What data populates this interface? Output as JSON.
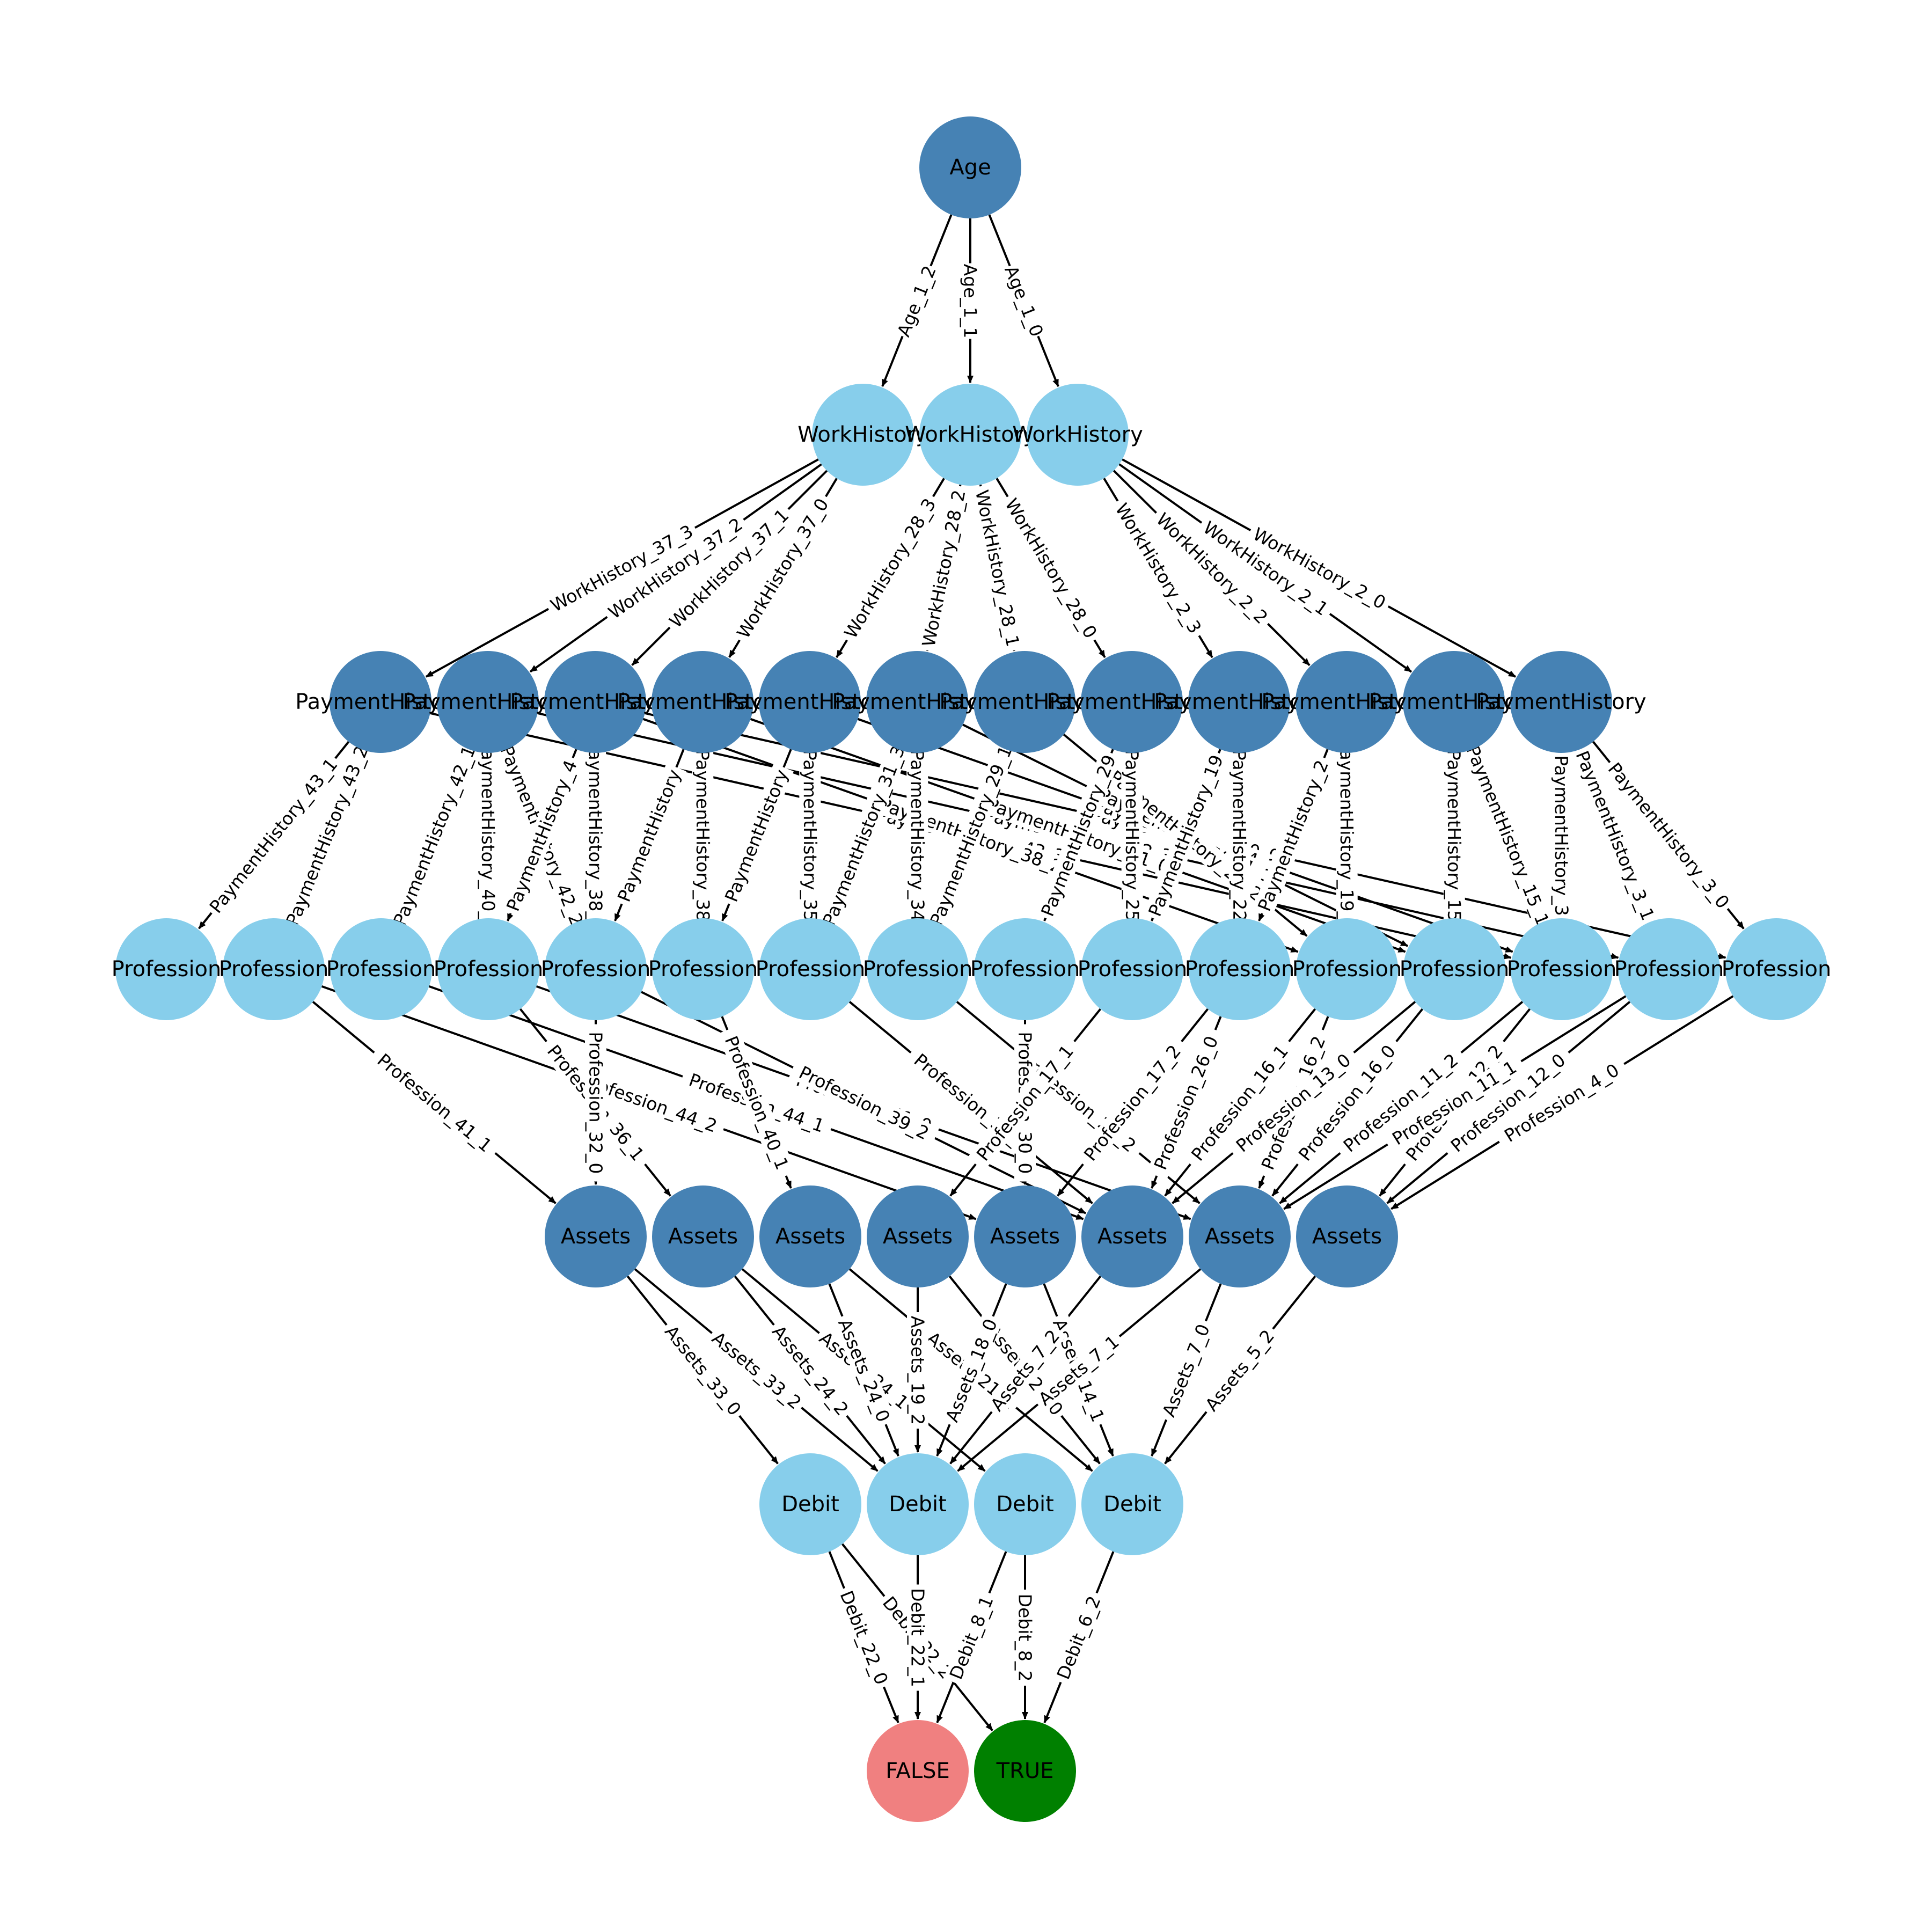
{
  "colors": {
    "age": "#4682b4",
    "work_history": "#87ceeb",
    "payment_history": "#4682b4",
    "profession": "#87ceeb",
    "assets": "#4682b4",
    "debit": "#87ceeb",
    "false_node": "#f08080",
    "true_node": "#008000",
    "edge": "#000000",
    "background": "#ffffff"
  },
  "nodes": [
    {
      "id": "age",
      "label": "Age",
      "type": "age"
    },
    {
      "id": "wh0",
      "label": "WorkHistory",
      "type": "work_history"
    },
    {
      "id": "wh1",
      "label": "WorkHistory",
      "type": "work_history"
    },
    {
      "id": "wh2",
      "label": "WorkHistory",
      "type": "work_history"
    },
    {
      "id": "ph0",
      "label": "PaymentHistory",
      "type": "payment_history"
    },
    {
      "id": "ph1",
      "label": "PaymentHistory",
      "type": "payment_history"
    },
    {
      "id": "ph2",
      "label": "PaymentHistory",
      "type": "payment_history"
    },
    {
      "id": "ph3",
      "label": "PaymentHistory",
      "type": "payment_history"
    },
    {
      "id": "ph4",
      "label": "PaymentHistory",
      "type": "payment_history"
    },
    {
      "id": "ph5",
      "label": "PaymentHistory",
      "type": "payment_history"
    },
    {
      "id": "ph6",
      "label": "PaymentHistory",
      "type": "payment_history"
    },
    {
      "id": "ph7",
      "label": "PaymentHistory",
      "type": "payment_history"
    },
    {
      "id": "ph8",
      "label": "PaymentHistory",
      "type": "payment_history"
    },
    {
      "id": "ph9",
      "label": "PaymentHistory",
      "type": "payment_history"
    },
    {
      "id": "ph10",
      "label": "PaymentHistory",
      "type": "payment_history"
    },
    {
      "id": "ph11",
      "label": "PaymentHistory",
      "type": "payment_history"
    },
    {
      "id": "pr0",
      "label": "Profession",
      "type": "profession"
    },
    {
      "id": "pr1",
      "label": "Profession",
      "type": "profession"
    },
    {
      "id": "pr2",
      "label": "Profession",
      "type": "profession"
    },
    {
      "id": "pr3",
      "label": "Profession",
      "type": "profession"
    },
    {
      "id": "pr4",
      "label": "Profession",
      "type": "profession"
    },
    {
      "id": "pr5",
      "label": "Profession",
      "type": "profession"
    },
    {
      "id": "pr6",
      "label": "Profession",
      "type": "profession"
    },
    {
      "id": "pr7",
      "label": "Profession",
      "type": "profession"
    },
    {
      "id": "pr8",
      "label": "Profession",
      "type": "profession"
    },
    {
      "id": "pr9",
      "label": "Profession",
      "type": "profession"
    },
    {
      "id": "pr10",
      "label": "Profession",
      "type": "profession"
    },
    {
      "id": "pr11",
      "label": "Profession",
      "type": "profession"
    },
    {
      "id": "pr12",
      "label": "Profession",
      "type": "profession"
    },
    {
      "id": "pr13",
      "label": "Profession",
      "type": "profession"
    },
    {
      "id": "pr14",
      "label": "Profession",
      "type": "profession"
    },
    {
      "id": "pr15",
      "label": "Profession",
      "type": "profession"
    },
    {
      "id": "as0",
      "label": "Assets",
      "type": "assets"
    },
    {
      "id": "as1",
      "label": "Assets",
      "type": "assets"
    },
    {
      "id": "as2",
      "label": "Assets",
      "type": "assets"
    },
    {
      "id": "as3",
      "label": "Assets",
      "type": "assets"
    },
    {
      "id": "as4",
      "label": "Assets",
      "type": "assets"
    },
    {
      "id": "as5",
      "label": "Assets",
      "type": "assets"
    },
    {
      "id": "as6",
      "label": "Assets",
      "type": "assets"
    },
    {
      "id": "as7",
      "label": "Assets",
      "type": "assets"
    },
    {
      "id": "db0",
      "label": "Debit",
      "type": "debit"
    },
    {
      "id": "db1",
      "label": "Debit",
      "type": "debit"
    },
    {
      "id": "db2",
      "label": "Debit",
      "type": "debit"
    },
    {
      "id": "db3",
      "label": "Debit",
      "type": "debit"
    },
    {
      "id": "false",
      "label": "FALSE",
      "type": "false_node"
    },
    {
      "id": "true",
      "label": "TRUE",
      "type": "true_node"
    }
  ],
  "edges": [
    {
      "from": "age",
      "to": "wh0",
      "label": "Age_1_2"
    },
    {
      "from": "age",
      "to": "wh1",
      "label": "Age_1_1"
    },
    {
      "from": "age",
      "to": "wh2",
      "label": "Age_1_0"
    },
    {
      "from": "wh0",
      "to": "ph0",
      "label": "WorkHistory_37_3"
    },
    {
      "from": "wh0",
      "to": "ph1",
      "label": "WorkHistory_37_2"
    },
    {
      "from": "wh0",
      "to": "ph2",
      "label": "WorkHistory_37_1"
    },
    {
      "from": "wh0",
      "to": "ph3",
      "label": "WorkHistory_37_0"
    },
    {
      "from": "wh1",
      "to": "ph4",
      "label": "WorkHistory_28_3"
    },
    {
      "from": "wh1",
      "to": "ph5",
      "label": "WorkHistory_28_2"
    },
    {
      "from": "wh1",
      "to": "ph6",
      "label": "WorkHistory_28_1"
    },
    {
      "from": "wh1",
      "to": "ph7",
      "label": "WorkHistory_28_0"
    },
    {
      "from": "wh2",
      "to": "ph8",
      "label": "WorkHistory_2_3"
    },
    {
      "from": "wh2",
      "to": "ph9",
      "label": "WorkHistory_2_2"
    },
    {
      "from": "wh2",
      "to": "ph10",
      "label": "WorkHistory_2_1"
    },
    {
      "from": "wh2",
      "to": "ph11",
      "label": "WorkHistory_2_0"
    },
    {
      "from": "ph0",
      "to": "pr0",
      "label": "PaymentHistory_43_1"
    },
    {
      "from": "ph0",
      "to": "pr1",
      "label": "PaymentHistory_43_2"
    },
    {
      "from": "ph0",
      "to": "pr13",
      "label": "PaymentHistory_43_3"
    },
    {
      "from": "ph1",
      "to": "pr2",
      "label": "PaymentHistory_42_1"
    },
    {
      "from": "ph1",
      "to": "pr4",
      "label": "PaymentHistory_42_2"
    },
    {
      "from": "ph1",
      "to": "pr14",
      "label": "PaymentHistory_42_3"
    },
    {
      "from": "ph1",
      "to": "pr3",
      "label": "PaymentHistory_40_3"
    },
    {
      "from": "ph2",
      "to": "pr15",
      "label": "PaymentHistory_40_0"
    },
    {
      "from": "ph2",
      "to": "pr3",
      "label": "PaymentHistory_4"
    },
    {
      "from": "ph2",
      "to": "pr4",
      "label": "PaymentHistory_38_1"
    },
    {
      "from": "ph2",
      "to": "pr11",
      "label": "PaymentHistory_38_2"
    },
    {
      "from": "ph3",
      "to": "pr5",
      "label": "PaymentHistory_38"
    },
    {
      "from": "ph3",
      "to": "pr4",
      "label": "PaymentHistory"
    },
    {
      "from": "ph3",
      "to": "pr12",
      "label": "PaymentHistory_31_0"
    },
    {
      "from": "ph4",
      "to": "pr6",
      "label": "PaymentHistory_35"
    },
    {
      "from": "ph4",
      "to": "pr5",
      "label": "PaymentHistory"
    },
    {
      "from": "ph4",
      "to": "pr13",
      "label": "PaymentHistory_34_1"
    },
    {
      "from": "ph5",
      "to": "pr7",
      "label": "PaymentHistory_34"
    },
    {
      "from": "ph5",
      "to": "pr6",
      "label": "PaymentHistory_31_3"
    },
    {
      "from": "ph5",
      "to": "pr12",
      "label": "PaymentHistory_31_1"
    },
    {
      "from": "ph6",
      "to": "pr7",
      "label": "PaymentHistory_29_1"
    },
    {
      "from": "ph6",
      "to": "pr11",
      "label": "PaymentHistory_29_2"
    },
    {
      "from": "ph7",
      "to": "pr8",
      "label": "PaymentHistory_29"
    },
    {
      "from": "ph7",
      "to": "pr9",
      "label": "PaymentHistory_25"
    },
    {
      "from": "ph8",
      "to": "pr10",
      "label": "PaymentHistory_22"
    },
    {
      "from": "ph8",
      "to": "pr9",
      "label": "PaymentHistory_19"
    },
    {
      "from": "ph9",
      "to": "pr10",
      "label": "PaymentHistory_2"
    },
    {
      "from": "ph9",
      "to": "pr11",
      "label": "PaymentHistory_19_1"
    },
    {
      "from": "ph10",
      "to": "pr12",
      "label": "PaymentHistory_15"
    },
    {
      "from": "ph10",
      "to": "pr13",
      "label": "PaymentHistory_15_1"
    },
    {
      "from": "ph11",
      "to": "pr13",
      "label": "PaymentHistory_3"
    },
    {
      "from": "ph11",
      "to": "pr14",
      "label": "PaymentHistory_3_1"
    },
    {
      "from": "ph11",
      "to": "pr15",
      "label": "PaymentHistory_3_0"
    },
    {
      "from": "pr1",
      "to": "as0",
      "label": "Profession_41_1"
    },
    {
      "from": "pr1",
      "to": "as4",
      "label": "Profession_44_2"
    },
    {
      "from": "pr2",
      "to": "as5",
      "label": "Profession_44_1"
    },
    {
      "from": "pr3",
      "to": "as1",
      "label": "Profession_36_1"
    },
    {
      "from": "pr3",
      "to": "as6",
      "label": "Profession_41_0"
    },
    {
      "from": "pr4",
      "to": "as0",
      "label": "Profession_32_0"
    },
    {
      "from": "pr4",
      "to": "as5",
      "label": "Profession_39_2"
    },
    {
      "from": "pr5",
      "to": "as2",
      "label": "Profession_40_1"
    },
    {
      "from": "pr6",
      "to": "as5",
      "label": "Profession_36_0"
    },
    {
      "from": "pr7",
      "to": "as6",
      "label": "Profession_27_2"
    },
    {
      "from": "pr8",
      "to": "as4",
      "label": "Profession_30_0"
    },
    {
      "from": "pr9",
      "to": "as3",
      "label": "Profession_17_1"
    },
    {
      "from": "pr10",
      "to": "as5",
      "label": "Profession_26_0"
    },
    {
      "from": "pr10",
      "to": "as4",
      "label": "Profession_17_2"
    },
    {
      "from": "pr11",
      "to": "as5",
      "label": "Profession_16_1"
    },
    {
      "from": "pr11",
      "to": "as6",
      "label": "Profession_16_2"
    },
    {
      "from": "pr12",
      "to": "as6",
      "label": "Profession_16_0"
    },
    {
      "from": "pr12",
      "to": "as5",
      "label": "Profession_13_0"
    },
    {
      "from": "pr13",
      "to": "as7",
      "label": "Profession_12_2"
    },
    {
      "from": "pr13",
      "to": "as6",
      "label": "Profession_11_2"
    },
    {
      "from": "pr14",
      "to": "as7",
      "label": "Profession_12_0"
    },
    {
      "from": "pr14",
      "to": "as6",
      "label": "Profession_11_1"
    },
    {
      "from": "pr15",
      "to": "as7",
      "label": "Profession_4_0"
    },
    {
      "from": "as0",
      "to": "db0",
      "label": "Assets_33_0"
    },
    {
      "from": "as0",
      "to": "db1",
      "label": "Assets_33_2"
    },
    {
      "from": "as1",
      "to": "db1",
      "label": "Assets_24_2"
    },
    {
      "from": "as1",
      "to": "db2",
      "label": "Assets_24_1"
    },
    {
      "from": "as2",
      "to": "db1",
      "label": "Assets_24_0"
    },
    {
      "from": "as2",
      "to": "db3",
      "label": "Assets_21_1"
    },
    {
      "from": "as3",
      "to": "db1",
      "label": "Assets_19_2"
    },
    {
      "from": "as3",
      "to": "db3",
      "label": "Assets_21_0"
    },
    {
      "from": "as4",
      "to": "db1",
      "label": "Assets_18_0"
    },
    {
      "from": "as4",
      "to": "db3",
      "label": "Assets_14_1"
    },
    {
      "from": "as5",
      "to": "db1",
      "label": "Assets_7_2"
    },
    {
      "from": "as6",
      "to": "db1",
      "label": "Assets_7_1"
    },
    {
      "from": "as6",
      "to": "db3",
      "label": "Assets_7_0"
    },
    {
      "from": "as7",
      "to": "db3",
      "label": "Assets_5_2"
    },
    {
      "from": "db0",
      "to": "false",
      "label": "Debit_22_0"
    },
    {
      "from": "db0",
      "to": "true",
      "label": "Debit_22_2"
    },
    {
      "from": "db1",
      "to": "false",
      "label": "Debit_22_1"
    },
    {
      "from": "db2",
      "to": "false",
      "label": "Debit_8_1"
    },
    {
      "from": "db2",
      "to": "true",
      "label": "Debit_8_2"
    },
    {
      "from": "db3",
      "to": "true",
      "label": "Debit_6_2"
    }
  ]
}
